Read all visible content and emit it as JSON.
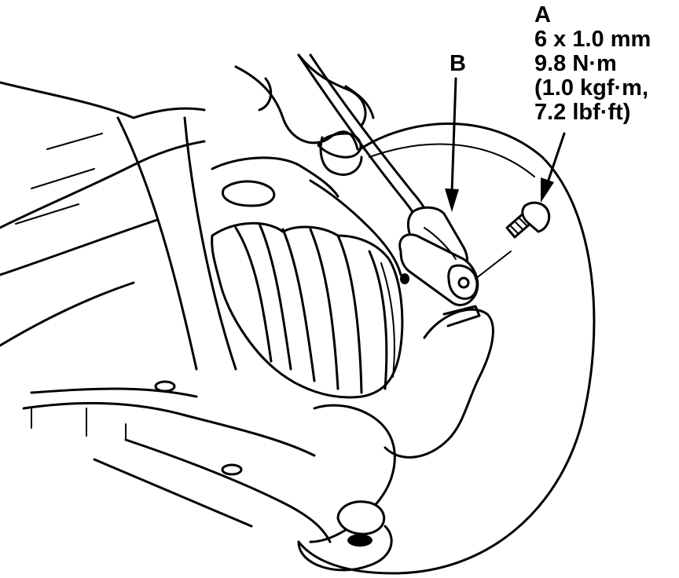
{
  "callouts": {
    "a": {
      "letter": "A",
      "size": "6 x 1.0 mm",
      "torque_nm": "9.8 N·m",
      "torque_kgf": "(1.0 kgf·m,",
      "torque_lbf": "7.2 lbf·ft)"
    },
    "b": {
      "letter": "B"
    }
  },
  "colors": {
    "line": "#000000",
    "background": "#ffffff"
  }
}
